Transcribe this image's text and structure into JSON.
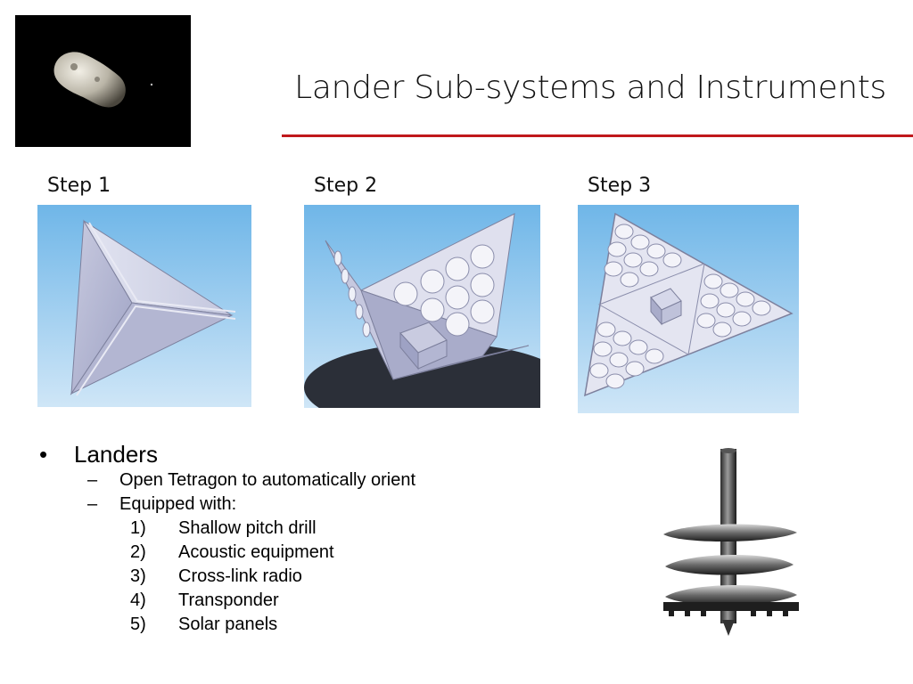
{
  "slide": {
    "title": "Lander Sub-systems and Instruments"
  },
  "steps": [
    {
      "label": "Step 1"
    },
    {
      "label": "Step 2"
    },
    {
      "label": "Step 3"
    }
  ],
  "bullets": {
    "main_marker": "•",
    "main": "Landers",
    "sub_marker": "–",
    "sub_items": [
      "Open Tetragon to automatically orient",
      "Equipped with:"
    ],
    "numbered_items": [
      {
        "num": "1)",
        "text": "Shallow pitch drill"
      },
      {
        "num": "2)",
        "text": "Acoustic equipment"
      },
      {
        "num": "3)",
        "text": "Cross-link radio"
      },
      {
        "num": "4)",
        "text": "Transponder"
      },
      {
        "num": "5)",
        "text": "Solar panels"
      }
    ]
  },
  "colors": {
    "accent_rule": "#c0181c",
    "sky_top": "#6fb6e8",
    "sky_bottom": "#cfe6f7"
  }
}
